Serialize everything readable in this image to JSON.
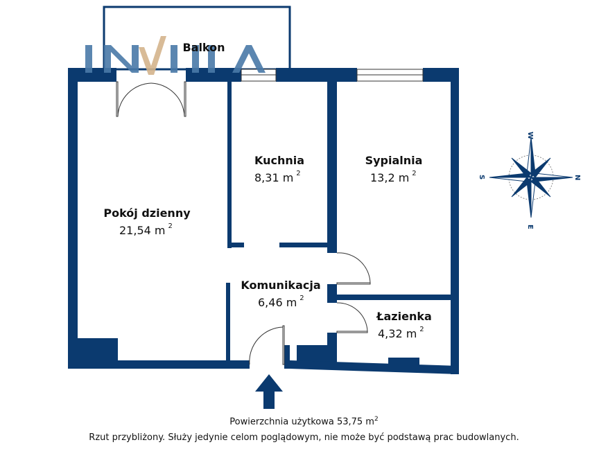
{
  "logo": {
    "text": "INVILLA"
  },
  "colors": {
    "wall": "#0b3a6f",
    "logo_blue": "#4a7aa8",
    "logo_accent": "#d4b48c"
  },
  "rooms": [
    {
      "name": "Balkon"
    },
    {
      "name": "Kuchnia",
      "area": "8,31 m",
      "sup": "2"
    },
    {
      "name": "Sypialnia",
      "area": "13,2 m",
      "sup": "2"
    },
    {
      "name": "Pokój dzienny",
      "area": "21,54 m",
      "sup": "2"
    },
    {
      "name": "Komunikacja",
      "area": "6,46 m",
      "sup": "2"
    },
    {
      "name": "Łazienka",
      "area": "4,32 m",
      "sup": "2"
    }
  ],
  "compass": {
    "n": "N",
    "s": "S",
    "e": "E",
    "w": "W"
  },
  "footer": {
    "area_text": "Powierzchnia użytkowa 53,75 m",
    "area_sup": "2",
    "disclaimer": "Rzut przybliżony. Służy jedynie celom poglądowym, nie może być podstawą prac budowlanych."
  }
}
